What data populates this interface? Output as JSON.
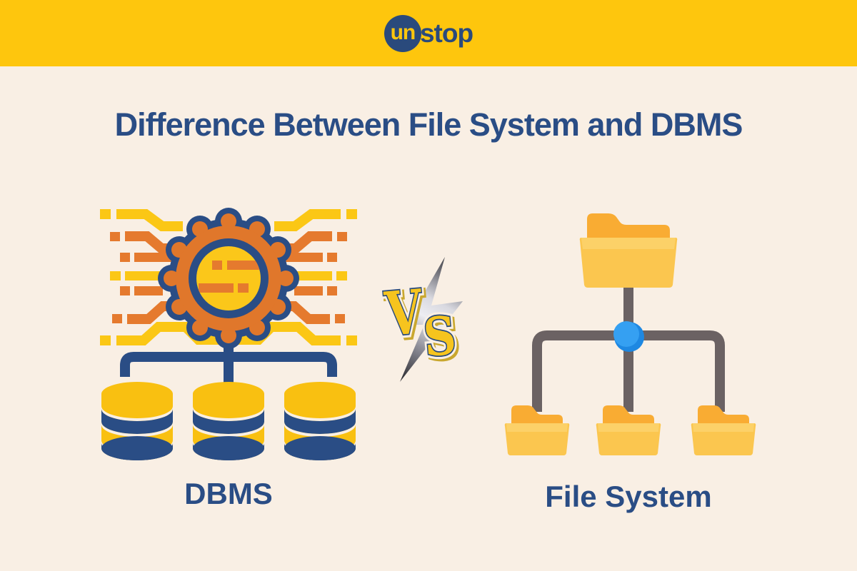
{
  "header": {
    "logo": {
      "prefix": "un",
      "suffix": "stop"
    }
  },
  "title": {
    "text": "Difference Between File System and DBMS"
  },
  "comparison": {
    "left": {
      "label": "DBMS",
      "icon": "dbms-gear-database-icon"
    },
    "versus": {
      "letter_v": "V",
      "letter_s": "S",
      "icon": "vs-lightning-bolt-icon"
    },
    "right": {
      "label": "File System",
      "icon": "file-system-folder-tree-icon"
    }
  },
  "palette": {
    "header_yellow": "#FEC60D",
    "background_cream": "#F9EFE4",
    "navy": "#2A4D85",
    "trace_yellow": "#FBC715",
    "trace_orange": "#E57A2E",
    "gear_orange": "#E0772B",
    "gear_center_yellow": "#FBC71A",
    "cylinder_yellow": "#F9C011",
    "folder_back_orange": "#F9AC33",
    "folder_front_yellow": "#FBC64F",
    "connector_gray": "#6B6263",
    "node_blue": "#35A0F2",
    "vs_letter_gold": "#F6C41E",
    "logo_navy": "#2A4A7C"
  }
}
